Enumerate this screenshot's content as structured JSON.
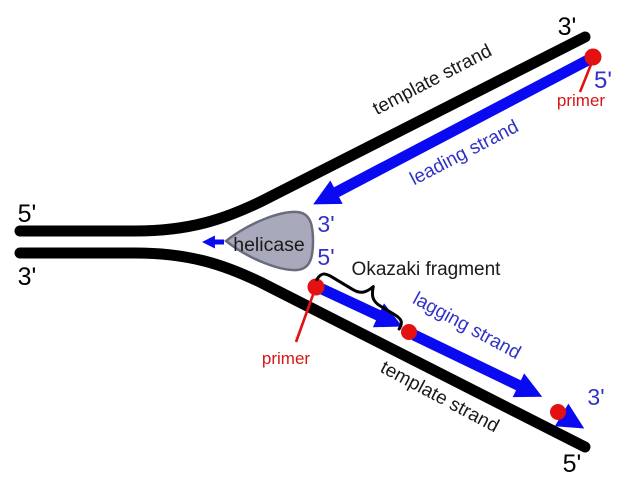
{
  "labels": {
    "template_strand_top": "template strand",
    "leading_strand": "leading strand",
    "helicase": "helicase",
    "okazaki_fragment": "Okazaki fragment",
    "lagging_strand": "lagging strand",
    "template_strand_bottom": "template strand",
    "primer_top": "primer",
    "primer_bottom": "primer"
  },
  "ends": {
    "left_top_5": "5'",
    "left_bottom_3": "3'",
    "top_right_3": "3'",
    "top_right_5": "5'",
    "fork_3": "3'",
    "fork_5": "5'",
    "bottom_right_3": "3'",
    "bottom_right_5": "5'"
  },
  "colors": {
    "strand_black": "#000000",
    "synthesized_blue": "#0a0af2",
    "blue_text": "#3232c8",
    "primer_red": "#e31111",
    "primer_text_red": "#d51717",
    "helicase_fill": "#a9a9bc",
    "helicase_border": "#6b6b80",
    "label_black": "#1a1a1a",
    "background": "#ffffff"
  }
}
